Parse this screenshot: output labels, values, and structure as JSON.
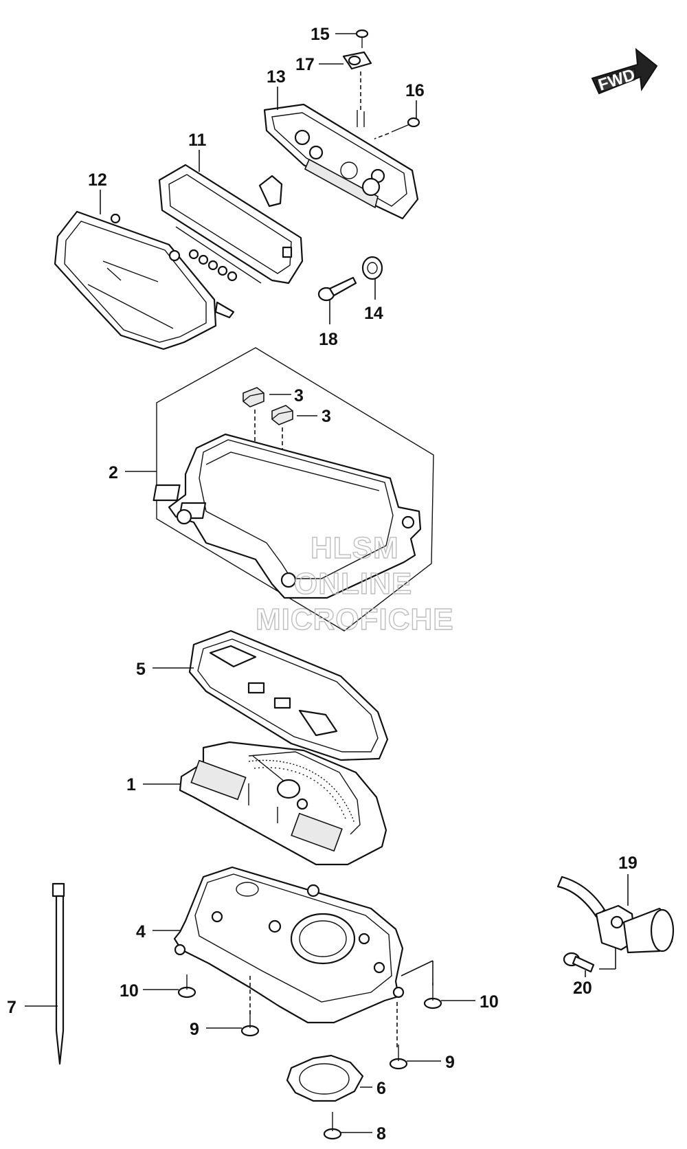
{
  "fwd_label": "FWD",
  "watermark": [
    "HLSM",
    "ONLINE",
    "MICROFICHE"
  ],
  "callouts": {
    "c1": "1",
    "c2": "2",
    "c3a": "3",
    "c3b": "3",
    "c4": "4",
    "c5": "5",
    "c6": "6",
    "c7": "7",
    "c8": "8",
    "c9a": "9",
    "c9b": "9",
    "c10a": "10",
    "c10b": "10",
    "c11": "11",
    "c12": "12",
    "c13": "13",
    "c14": "14",
    "c15": "15",
    "c16": "16",
    "c17": "17",
    "c18": "18",
    "c19": "19",
    "c20": "20"
  }
}
